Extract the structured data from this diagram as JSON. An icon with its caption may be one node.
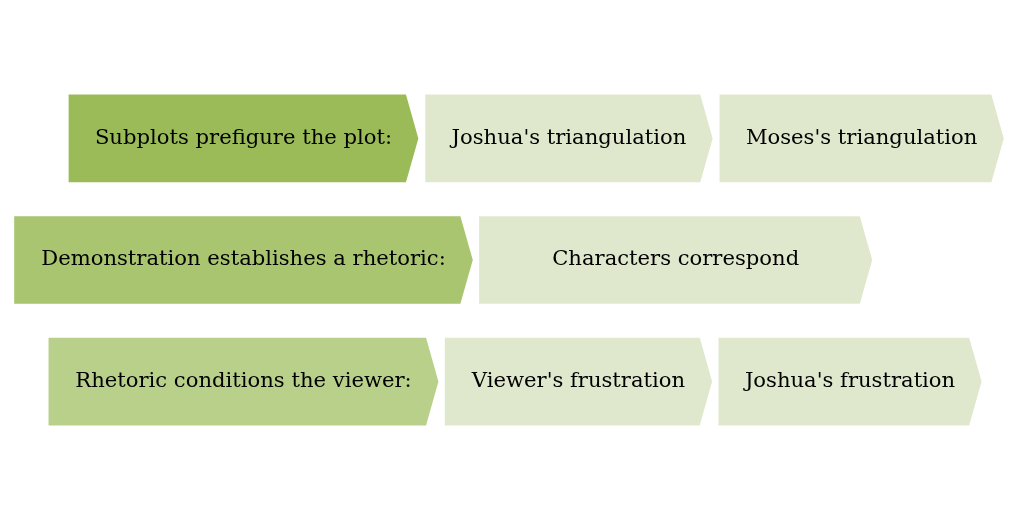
{
  "diagram": {
    "nodes": [
      {
        "text": [
          "Subplots prefigure the plot:"
        ]
      },
      {
        "text": [
          "Joshua's triangulation"
        ]
      },
      {
        "text": [
          "Moses's triangulation"
        ]
      },
      {
        "text": [
          "Demonstration establishes a rhetoric:"
        ]
      },
      {
        "text": [
          "Characters correspond"
        ]
      },
      {
        "text": [
          "Rhetoric conditions the viewer:"
        ]
      },
      {
        "text": [
          "Viewer's frustration"
        ]
      },
      {
        "text": [
          "Joshua's frustration"
        ]
      }
    ]
  }
}
